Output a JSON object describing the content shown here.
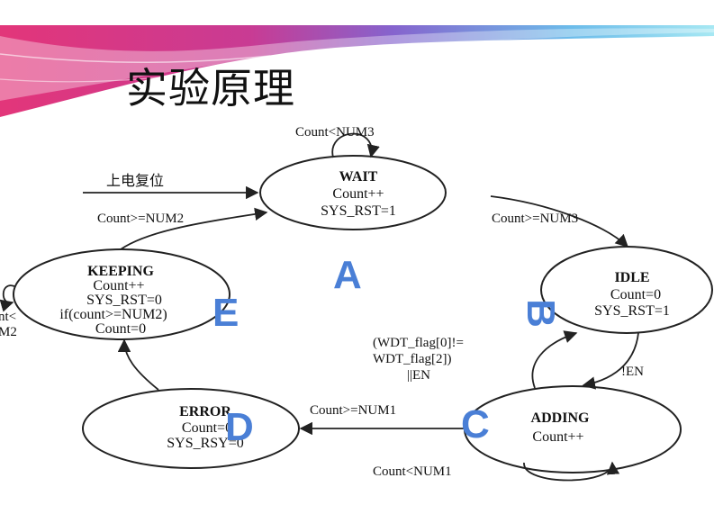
{
  "slide": {
    "title": "实验原理"
  },
  "power_on_label": "上电复位",
  "states": [
    {
      "id": "wait",
      "name": "WAIT",
      "lines": [
        "Count++",
        "SYS_RST=1"
      ]
    },
    {
      "id": "idle",
      "name": "IDLE",
      "lines": [
        "Count=0",
        "SYS_RST=1"
      ]
    },
    {
      "id": "adding",
      "name": "ADDING",
      "lines": [
        "Count++"
      ]
    },
    {
      "id": "error",
      "name": "ERROR",
      "lines": [
        "Count=0",
        "SYS_RSY=0"
      ]
    },
    {
      "id": "keeping",
      "name": "KEEPING",
      "lines": [
        "Count++",
        "SYS_RST=0",
        "if(count>=NUM2)",
        "Count=0"
      ]
    }
  ],
  "transitions": {
    "wait_self": "Count<NUM3",
    "wait_to_idle": "Count>=NUM3",
    "idle_to_adding": "!EN",
    "adding_to_idle": [
      "(WDT_flag[0]!=",
      "WDT_flag[2])",
      "||EN"
    ],
    "adding_self": "Count<NUM1",
    "adding_to_error": "Count>=NUM1",
    "keeping_to_wait": "Count>=NUM2",
    "keeping_self": [
      "nt<",
      "M2"
    ]
  },
  "region_letters": {
    "a": "A",
    "b": "B",
    "c": "C",
    "d": "D",
    "e": "E"
  },
  "colors": {
    "accent_letters": "#4a7fd6",
    "banner_pink": "#e0246e",
    "banner_cyan": "#5fd0e8"
  }
}
